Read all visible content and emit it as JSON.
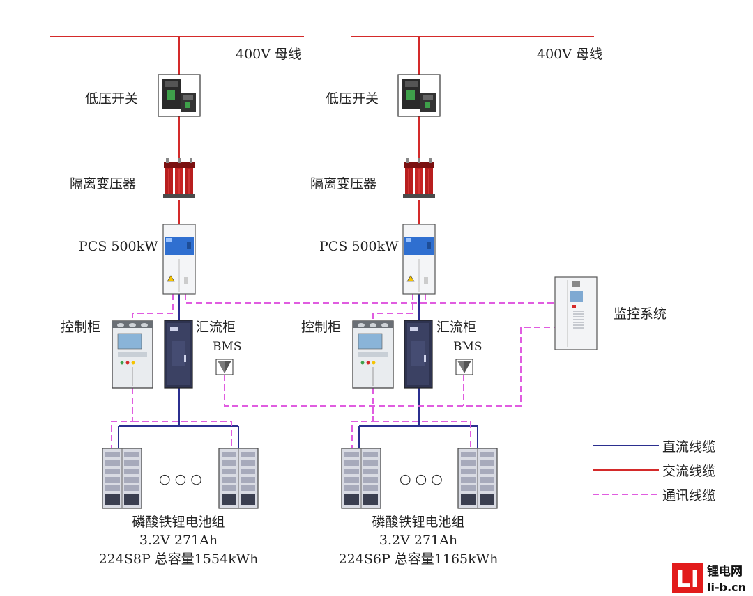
{
  "colors": {
    "dc_cable": "#2b2f8f",
    "ac_cable": "#d42a2a",
    "comm_cable": "#e05ce0",
    "transformer": "#b81e1e",
    "logo_red": "#e21b1b"
  },
  "systems": [
    {
      "bus_label": "400V 母线",
      "switch_label": "低压开关",
      "transformer_label": "隔离变压器",
      "pcs_label": "PCS 500kW",
      "control_cabinet_label": "控制柜",
      "combiner_cabinet_label": "汇流柜",
      "bms_label": "BMS",
      "ellipsis": "○ ○ ○",
      "battery_name": "磷酸铁锂电池组",
      "battery_cell": "3.2V 271Ah",
      "battery_config": "224S8P 总容量1554kWh"
    },
    {
      "bus_label": "400V 母线",
      "switch_label": "低压开关",
      "transformer_label": "隔离变压器",
      "pcs_label": "PCS 500kW",
      "control_cabinet_label": "控制柜",
      "combiner_cabinet_label": "汇流柜",
      "bms_label": "BMS",
      "ellipsis": "○ ○ ○",
      "battery_name": "磷酸铁锂电池组",
      "battery_cell": "3.2V 271Ah",
      "battery_config": "224S6P 总容量1165kWh"
    }
  ],
  "monitoring_label": "监控系统",
  "legend": [
    {
      "label": "直流线缆",
      "style": "dc"
    },
    {
      "label": "交流线缆",
      "style": "ac"
    },
    {
      "label": "通讯线缆",
      "style": "comm"
    }
  ],
  "logo": {
    "mark": "LI",
    "name": "锂电网",
    "domain": "li-b.cn"
  }
}
